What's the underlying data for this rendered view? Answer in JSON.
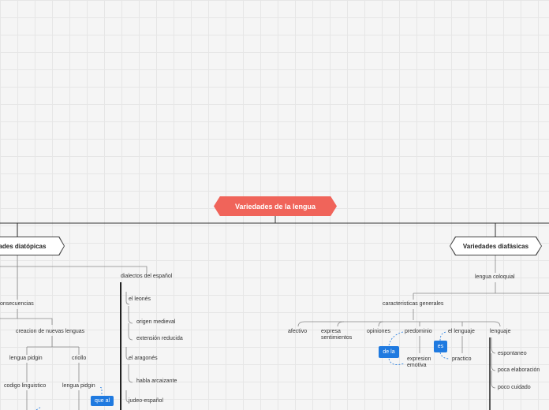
{
  "root": {
    "label": "Variedades de la lengua"
  },
  "branches": {
    "left_main": "dades diatópicas",
    "right_main": "Variedades diafásicas"
  },
  "left": {
    "consecuencias": "onsecuencias",
    "creacion": "creacion de nuevas lenguas",
    "pidgin": "lengua pidgin",
    "criollo": "criollo",
    "codigo": "codigo linguistico",
    "pidgin2": "lengua pidgin",
    "que_al": "que al"
  },
  "dialectos": {
    "title": "dialectos del español",
    "leones": "el leonés",
    "origen": "origen medieval",
    "extension": "extensión reducida",
    "aragones": "el aragonés",
    "habla": "habla arcaizante",
    "judeo": "judeo-español"
  },
  "right": {
    "coloquial": "lengua coloquial",
    "caracteristicas": "caracteristicas generales",
    "afectivo": "afectivo",
    "expresa": "expresa sentimientos",
    "opiniones": "opiniones",
    "predominio": "predominio",
    "el_lenguaje": "el lenguaje",
    "lenguaje": "lenguaje",
    "de_la": "de la",
    "es": "es",
    "expresion": "expresion emotiva",
    "practico": "practico",
    "espontaneo": "espontaneo",
    "poca": "poca elaboración",
    "poco": "poco cuidado"
  },
  "colors": {
    "root": "#f0645a",
    "pill": "#1f7ae0",
    "line": "#9a9a9a",
    "dark_line": "#333333"
  }
}
